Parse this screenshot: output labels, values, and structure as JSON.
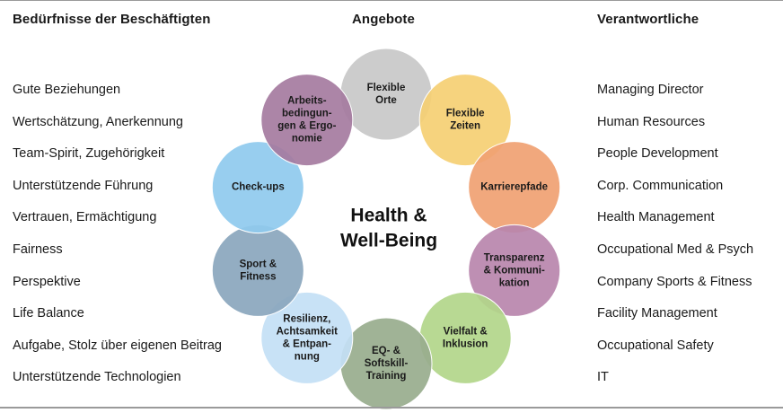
{
  "headers": {
    "needs": "Bedürfnisse der Beschäftigten",
    "offers": "Angebote",
    "owners": "Verantwortliche"
  },
  "needs": [
    "Gute Beziehungen",
    "Wertschätzung, Anerkennung",
    "Team-Spirit, Zugehörigkeit",
    "Unterstützende Führung",
    "Vertrauen, Ermächtigung",
    "Fairness",
    "Perspektive",
    "Life Balance",
    "Aufgabe, Stolz über eigenen Beitrag",
    "Unterstützende Technologien"
  ],
  "owners": [
    "Managing Director",
    "Human Resources",
    "People Development",
    "Corp. Communication",
    "Health Management",
    "Occupational Med & Psych",
    "Company Sports & Fitness",
    "Facility Management",
    "Occupational Safety",
    "IT"
  ],
  "center": {
    "lines": [
      "Health &",
      "Well-Being"
    ]
  },
  "offers": [
    {
      "lines": [
        "Flexible",
        "Orte"
      ],
      "color": "#c8c8c8"
    },
    {
      "lines": [
        "Flexible",
        "Zeiten"
      ],
      "color": "#f5cf73"
    },
    {
      "lines": [
        "Karrierepfade"
      ],
      "color": "#f0a172"
    },
    {
      "lines": [
        "Transparenz",
        "& Kommuni-",
        "kation"
      ],
      "color": "#b986ac"
    },
    {
      "lines": [
        "Vielfalt &",
        "Inklusion"
      ],
      "color": "#b2d68a"
    },
    {
      "lines": [
        "EQ- &",
        "Softskill-",
        "Training"
      ],
      "color": "#98ac8d"
    },
    {
      "lines": [
        "Resilienz,",
        "Achtsamkeit",
        "& Entpan-",
        "nung"
      ],
      "color": "#c3dff5"
    },
    {
      "lines": [
        "Sport &",
        "Fitness"
      ],
      "color": "#8aa6bd"
    },
    {
      "lines": [
        "Check-ups"
      ],
      "color": "#8fcaee"
    },
    {
      "lines": [
        "Arbeits-",
        "bedingun-",
        "gen & Ergo-",
        "nomie"
      ],
      "color": "#a57ba0"
    }
  ]
}
